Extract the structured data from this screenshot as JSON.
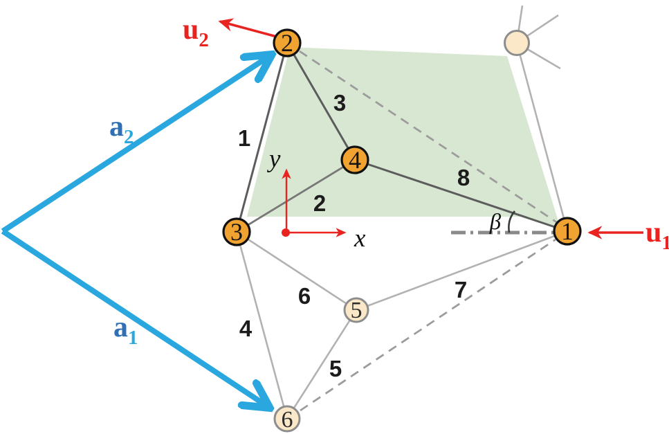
{
  "figure": {
    "nodes": {
      "n1": "1",
      "n2": "2",
      "n3": "3",
      "n4": "4",
      "n5": "5",
      "n6": "6"
    },
    "edge_labels": {
      "e1": "1",
      "e2": "2",
      "e3": "3",
      "e4": "4",
      "e5": "5",
      "e6": "6",
      "e7": "7",
      "e8": "8"
    },
    "vectors": {
      "a1": {
        "base": "a",
        "sub": "1"
      },
      "a2": {
        "base": "a",
        "sub": "2"
      },
      "u1": {
        "base": "u",
        "sub": "1"
      },
      "u2": {
        "base": "u",
        "sub": "2"
      }
    },
    "axes": {
      "x": "x",
      "y": "y"
    },
    "angle": {
      "beta": "β"
    }
  },
  "colors": {
    "red": "#e82320",
    "blue-arrow": "#2aa7de",
    "blue-label": "#2e6fb6",
    "node-orange": "#f0a330",
    "node-cream": "#fae8c8",
    "cell-green": "#d8e7d1",
    "edge-dark": "#5c5c5c",
    "edge-light": "#b2b2b2",
    "dash-gray": "#9c9c9c",
    "dashdot-gray": "#8a8a8a"
  }
}
